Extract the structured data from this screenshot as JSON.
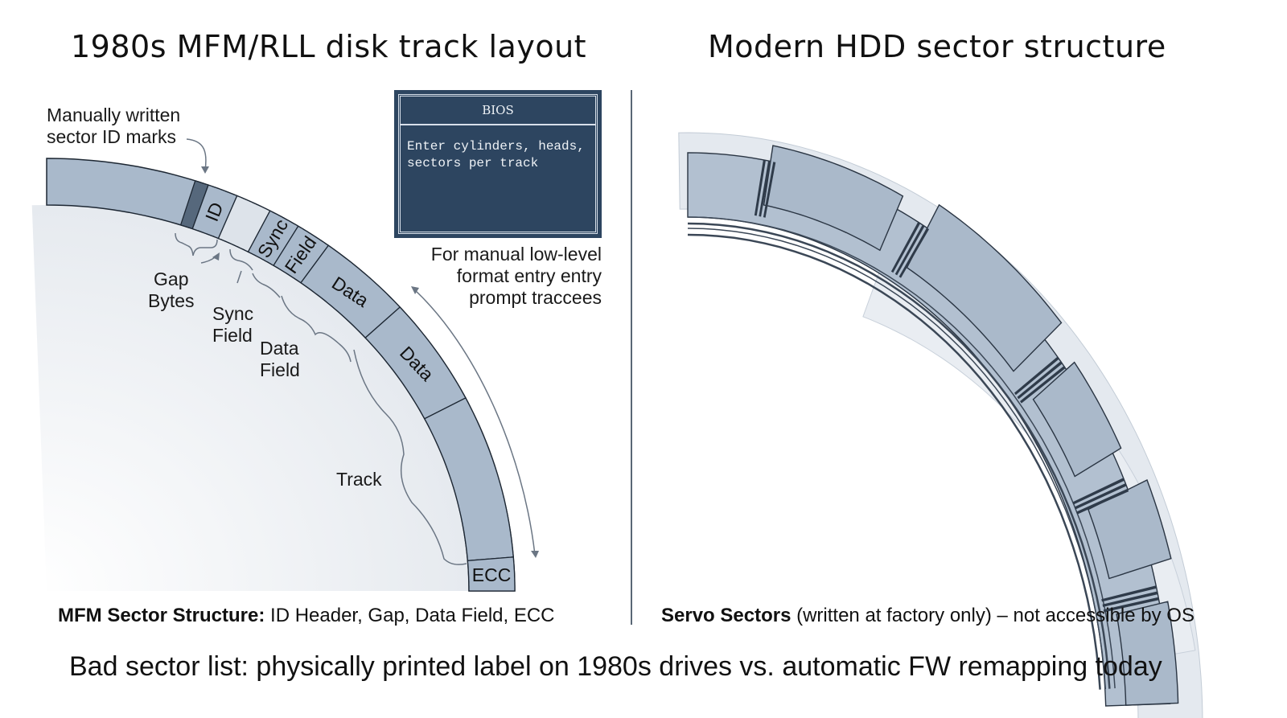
{
  "left": {
    "title": "1980s MFM/RLL disk track layout",
    "annotations": {
      "id_marks": [
        "Manually written",
        "sector ID marks"
      ],
      "gap": [
        "Gap",
        "Bytes"
      ],
      "sync": [
        "Sync",
        "Field"
      ],
      "data_field": [
        "Data",
        "Field"
      ],
      "track": "Track"
    },
    "segments": [
      "ID",
      "Sync",
      "Field",
      "Data",
      "Data",
      "ECC"
    ],
    "bios": {
      "title": "BIOS",
      "lines": [
        "Enter cylinders, heads,",
        "sectors per track"
      ],
      "note": [
        "For manual low-level",
        "format entry entry",
        "prompt traccees"
      ]
    },
    "caption_bold": "MFM Sector Structure:",
    "caption_rest": " ID Header, Gap, Data Field, ECC"
  },
  "right": {
    "title": "Modern HDD sector structure",
    "caption_bold": "Servo Sectors",
    "caption_rest": " (written at factory only) – not accessible by OS"
  },
  "footer": "Bad sector list: physically printed label on 1980s drives vs. automatic FW remapping today",
  "colors": {
    "track": "#a9b9cb",
    "track_dark": "#56687c",
    "bios_bg": "#2d4560",
    "outline": "#1d2733"
  }
}
